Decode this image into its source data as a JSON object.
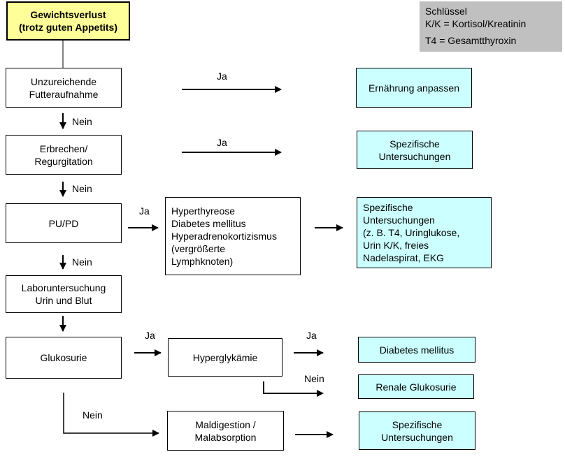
{
  "key": {
    "title": "Schlüssel",
    "entry1": "K/K = Kortisol/Kreatinin",
    "entry2": "T4 = Gesamtthyroxin"
  },
  "nodes": {
    "start": "Gewichtsverlust\n(trotz guten Appetits)",
    "intake": "Unzureichende\nFutteraufnahme",
    "vomit": "Erbrechen/\nRegurgitation",
    "pupd": "PU/PD",
    "lab": "Laboruntersuchung\nUrin und Blut",
    "gluc": "Glukosurie",
    "causes": "Hyperthyreose\nDiabetes mellitus\nHyperadrenokortizismus\n(vergrößerte\nLymphknoten)",
    "hyperg": "Hyperglykämie",
    "malabs": "Maldigestion /\nMalabsorption",
    "diet": "Ernährung anpassen",
    "spec1": "Spezifische\nUntersuchungen",
    "spec2": "Spezifische\nUntersuchungen\n(z. B. T4, Uringlukose,\nUrin K/K, freies\nNadelaspirat, EKG",
    "dm": "Diabetes mellitus",
    "renal": "Renale Glukosurie",
    "spec3": "Spezifische\nUntersuchungen"
  },
  "labels": {
    "yes": "Ja",
    "no": "Nein"
  },
  "colors": {
    "start_fill": "#ffff99",
    "outcome_fill": "#ccffff",
    "key_fill": "#c0c0c0"
  }
}
